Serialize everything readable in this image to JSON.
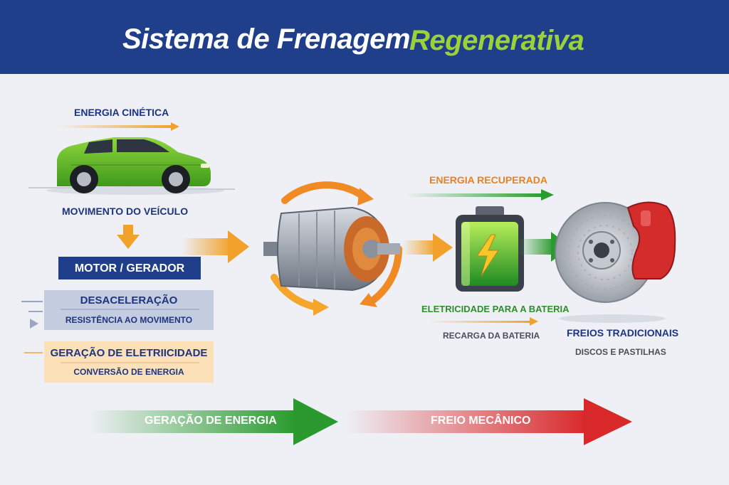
{
  "title": {
    "part1": "Sistema de Frenagem",
    "part2": "Regenerativa"
  },
  "left": {
    "kinetic_energy": "ENERGIA CINÉTICA",
    "vehicle_movement": "MOVIMENTO DO VEÍCULO",
    "motor_generator": "MOTOR / GERADOR",
    "deceleration": {
      "title": "DESACELERAÇÃO",
      "subtitle": "RESISTÊNCIA AO MOVIMENTO"
    },
    "generation": {
      "title": "GERAÇÃO DE ELETRIICIDADE",
      "subtitle": "CONVERSÃO DE ENERGIA"
    }
  },
  "battery": {
    "recovered": "ENERGIA RECUPERADA",
    "to_battery": "ELETRICIDADE PARA A BATERIA",
    "recharge": "RECARGA DA BATERIA"
  },
  "brakes": {
    "title": "FREIOS TRADICIONAIS",
    "subtitle": "DISCOS E PASTILHAS"
  },
  "bottom": {
    "generation": "GERAÇÃO DE ENERGIA",
    "mechanical": "FREIO MECÂNICO"
  },
  "colors": {
    "header": "#1f3f8a",
    "accent_green": "#9bd23a",
    "orange": "#f2a12a",
    "green_arrow": "#2a9a2e",
    "red_arrow": "#d9282a",
    "car": "#6cc02c",
    "caliper": "#d42b2b"
  }
}
